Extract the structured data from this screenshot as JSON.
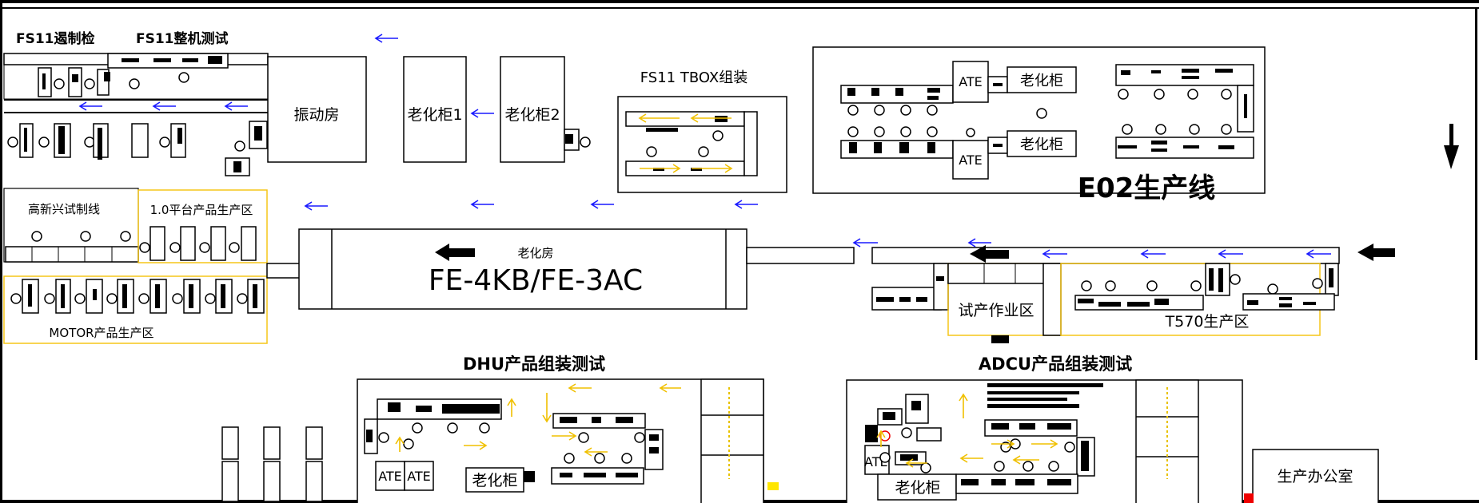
{
  "labels": {
    "fs11_inspection": "FS11遏制检",
    "fs11_test": "FS11整机测试",
    "vibration_room": "振动房",
    "aging_cabinet_1": "老化柜1",
    "aging_cabinet_2": "老化柜2",
    "fs11_tbox": "FS11 TBOX组装",
    "e02_line": "E02生产线",
    "ate": "ATE",
    "aging_cabinet": "老化柜",
    "gaoxinxing_line": "高新兴试制线",
    "platform_zone": "1.0平台产品生产区",
    "aging_room": "老化房",
    "aging_room_models": "FE-4KB/FE-3AC",
    "motor_zone": "MOTOR产品生产区",
    "trial_zone": "试产作业区",
    "t570_zone": "T570生产区",
    "dhu_test": "DHU产品组装测试",
    "adcu_test": "ADCU产品组装测试",
    "office": "生产办公室"
  },
  "colors": {
    "flow_arrow": "#1a1aff",
    "internal_flow_arrow": "#f0c000",
    "zone_border": "#f5c518",
    "walls": "#000000"
  }
}
